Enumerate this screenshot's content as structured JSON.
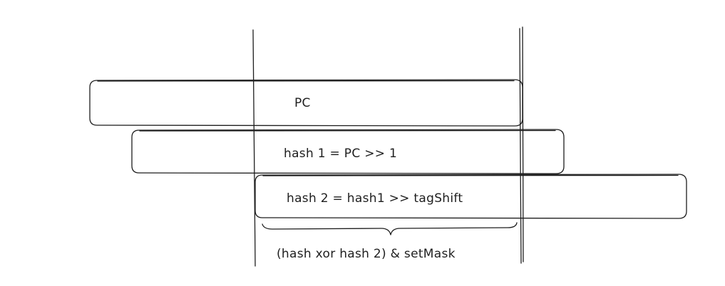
{
  "diagram": {
    "boxes": [
      {
        "id": "pc",
        "label": "PC"
      },
      {
        "id": "hash1",
        "label": "hash 1 = PC >> 1"
      },
      {
        "id": "hash2",
        "label": "hash 2 = hash1 >> tagShift"
      }
    ],
    "brace_label": "(hash xor hash 2) & setMask",
    "stroke_color": "#1e1e1e",
    "background_color": "#ffffff"
  }
}
